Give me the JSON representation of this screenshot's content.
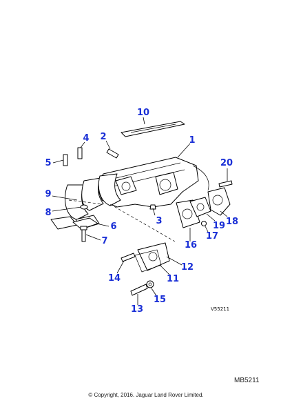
{
  "callouts": [
    {
      "id": "1",
      "label": "1"
    },
    {
      "id": "2",
      "label": "2"
    },
    {
      "id": "3",
      "label": "3"
    },
    {
      "id": "4",
      "label": "4"
    },
    {
      "id": "5",
      "label": "5"
    },
    {
      "id": "6",
      "label": "6"
    },
    {
      "id": "7",
      "label": "7"
    },
    {
      "id": "8",
      "label": "8"
    },
    {
      "id": "9",
      "label": "9"
    },
    {
      "id": "10",
      "label": "10"
    },
    {
      "id": "11",
      "label": "11"
    },
    {
      "id": "12",
      "label": "12"
    },
    {
      "id": "13",
      "label": "13"
    },
    {
      "id": "14",
      "label": "14"
    },
    {
      "id": "15",
      "label": "15"
    },
    {
      "id": "16",
      "label": "16"
    },
    {
      "id": "17",
      "label": "17"
    },
    {
      "id": "18",
      "label": "18"
    },
    {
      "id": "19",
      "label": "19"
    },
    {
      "id": "20",
      "label": "20"
    }
  ],
  "drawing_code": "V55211",
  "reference": "MB5211",
  "copyright": "© Copyright, 2016. Jaguar Land Rover Limited."
}
